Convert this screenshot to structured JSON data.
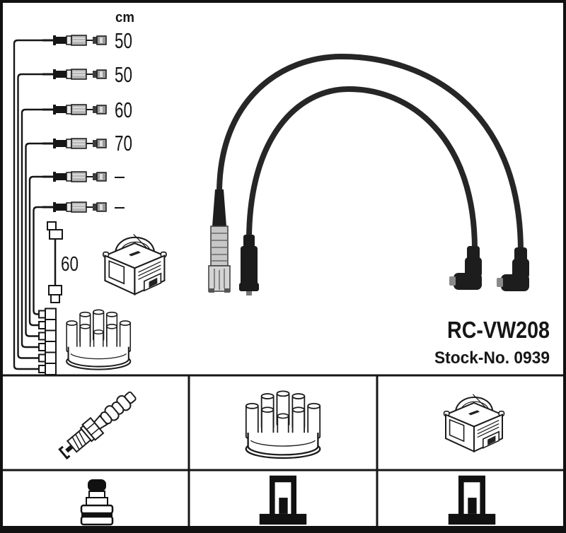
{
  "length_table": {
    "unit_header": "cm",
    "rows": [
      {
        "label": "50"
      },
      {
        "label": "50"
      },
      {
        "label": "60"
      },
      {
        "label": "70"
      },
      {
        "label": "–"
      },
      {
        "label": "–"
      }
    ]
  },
  "coil_wire": {
    "length_label": "60"
  },
  "product": {
    "code": "RC-VW208",
    "stock_no": "Stock-No. 0939"
  },
  "parts_grid": {
    "cells": [
      {
        "icon": "spark-plug"
      },
      {
        "icon": "distributor-cap"
      },
      {
        "icon": "ignition-coil"
      },
      {
        "icon": "terminal-nut"
      },
      {
        "icon": "terminal-post"
      },
      {
        "icon": "terminal-post"
      }
    ]
  },
  "colors": {
    "ink": "#161616",
    "cable": "#262626",
    "metal": "#c7c7c7",
    "background": "#ffffff"
  }
}
